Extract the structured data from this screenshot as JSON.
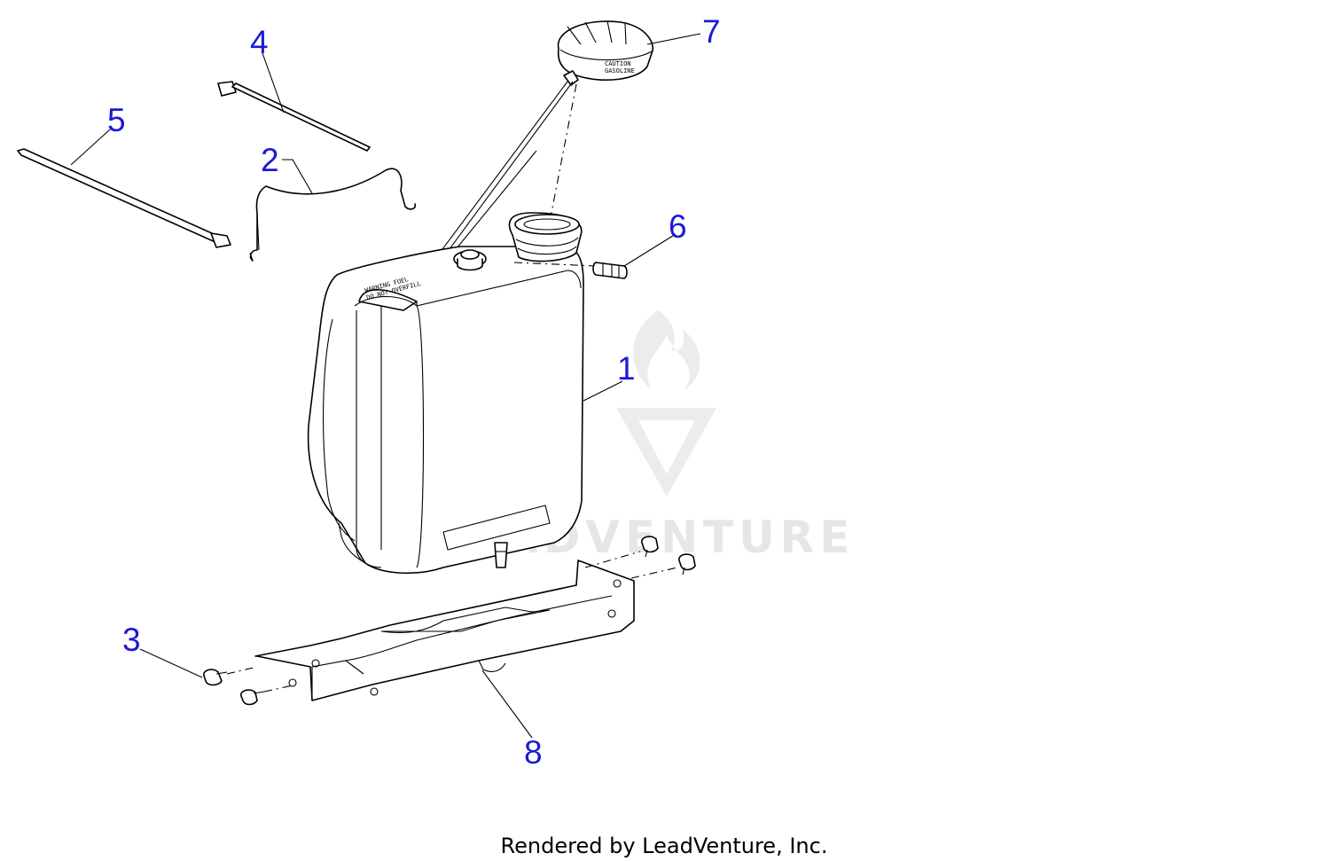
{
  "callouts": [
    {
      "id": "1",
      "label": "1"
    },
    {
      "id": "2",
      "label": "2"
    },
    {
      "id": "3",
      "label": "3"
    },
    {
      "id": "4",
      "label": "4"
    },
    {
      "id": "5",
      "label": "5"
    },
    {
      "id": "6",
      "label": "6"
    },
    {
      "id": "7",
      "label": "7"
    },
    {
      "id": "8",
      "label": "8"
    }
  ],
  "watermark": {
    "text": "LEADVENTURE"
  },
  "footer": {
    "text": "Rendered by LeadVenture, Inc."
  },
  "colors": {
    "callout": "#1a1ad6",
    "line": "#000000",
    "watermark": "#e6e6e6",
    "background": "#ffffff"
  }
}
